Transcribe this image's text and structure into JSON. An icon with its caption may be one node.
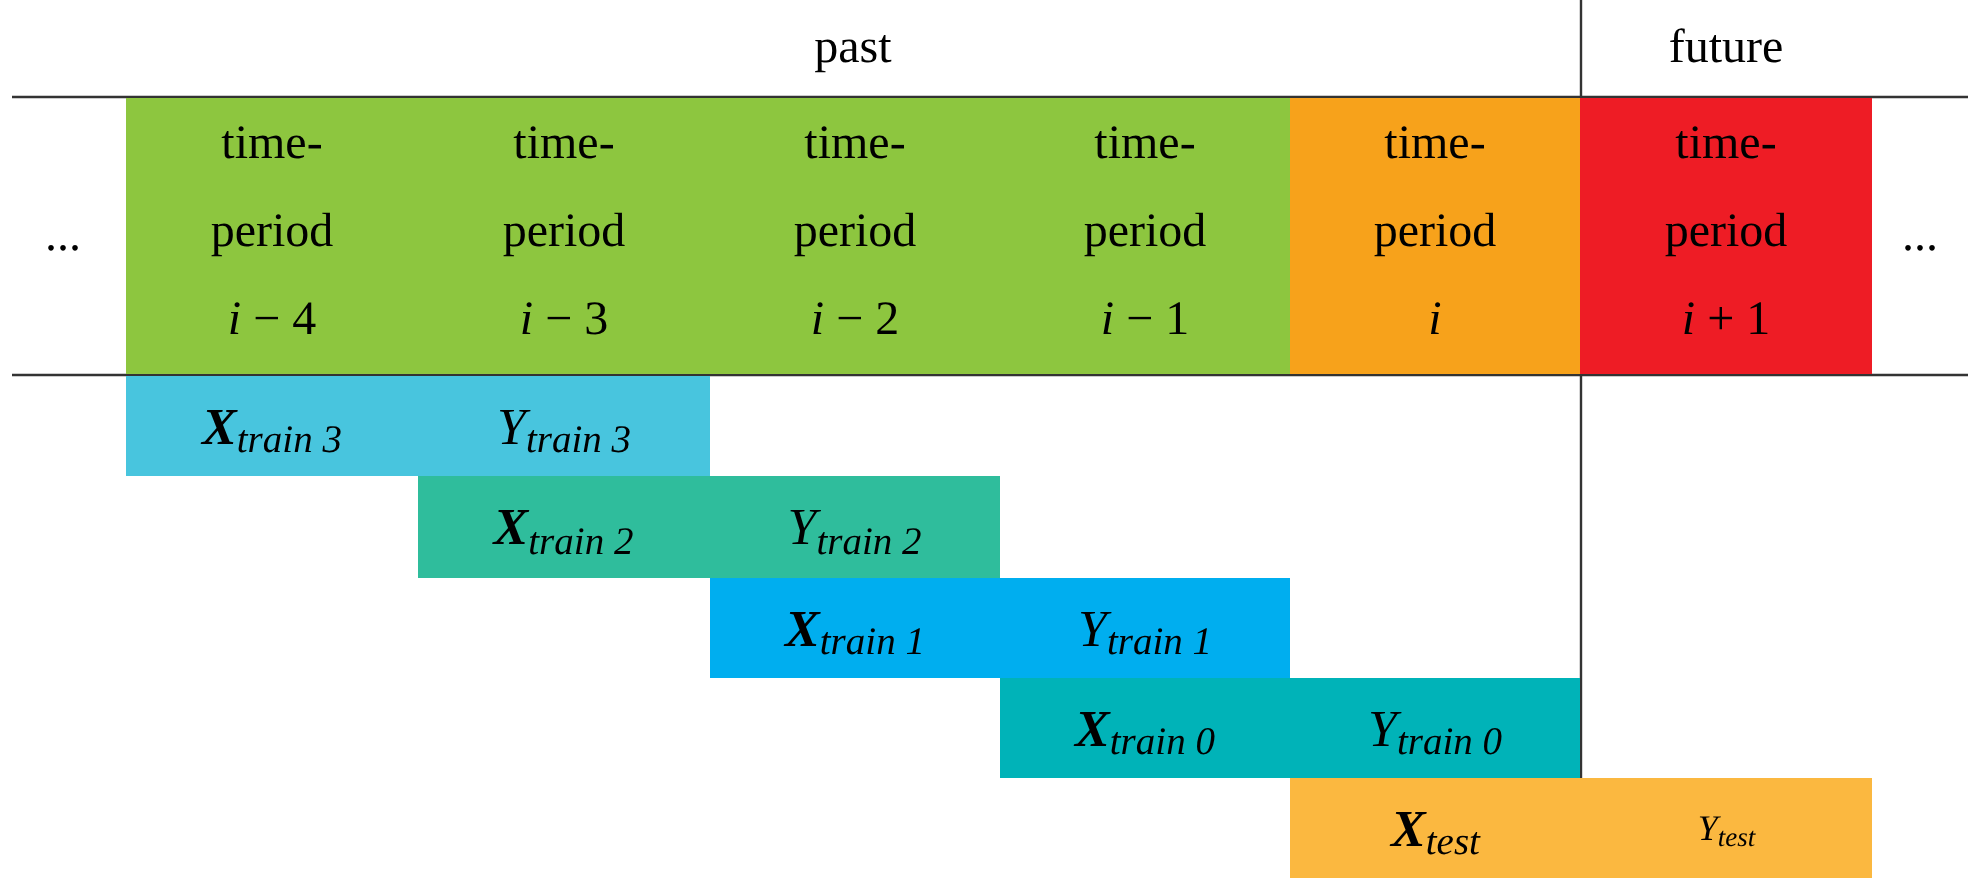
{
  "diagram": {
    "nodes": [
      {
        "text": [
          "time-period",
          "*i* − 4"
        ]
      },
      {
        "text": [
          "time-period",
          "*i* − 3"
        ]
      },
      {
        "text": [
          "time-period",
          "*i* − 2"
        ]
      },
      {
        "text": [
          "time-period",
          "*i* − 1"
        ]
      },
      {
        "text": [
          "time-period",
          "*i*"
        ]
      },
      {
        "text": [
          "time-period",
          "*i* + 1"
        ]
      },
      {
        "text": [
          "**X**$_{train 3}$",
          "Y$_{train 3}$"
        ]
      },
      {
        "text": [
          "**X**$_{train 2}$",
          "Y$_{train 2}$"
        ]
      },
      {
        "text": [
          "**X**$_{train 1}$",
          "Y$_{train 1}$"
        ]
      },
      {
        "text": [
          "**X**$_{train 0}$",
          "Y$_{train 0}$"
        ]
      },
      {
        "text": [
          "**X**$_{test}$",
          "Y$_{test}$"
        ]
      }
    ],
    "labels": [
      "past",
      "future",
      "...",
      "..."
    ]
  }
}
